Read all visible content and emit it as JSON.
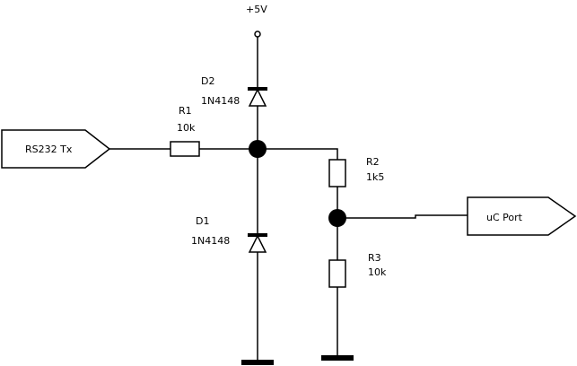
{
  "power": {
    "label": "+5V"
  },
  "ports": {
    "input": {
      "label": "RS232 Tx"
    },
    "output": {
      "label": "uC Port"
    }
  },
  "components": {
    "r1": {
      "ref": "R1",
      "value": "10k"
    },
    "r2": {
      "ref": "R2",
      "value": "1k5"
    },
    "r3": {
      "ref": "R3",
      "value": "10k"
    },
    "d1": {
      "ref": "D1",
      "value": "1N4148"
    },
    "d2": {
      "ref": "D2",
      "value": "1N4148"
    }
  }
}
